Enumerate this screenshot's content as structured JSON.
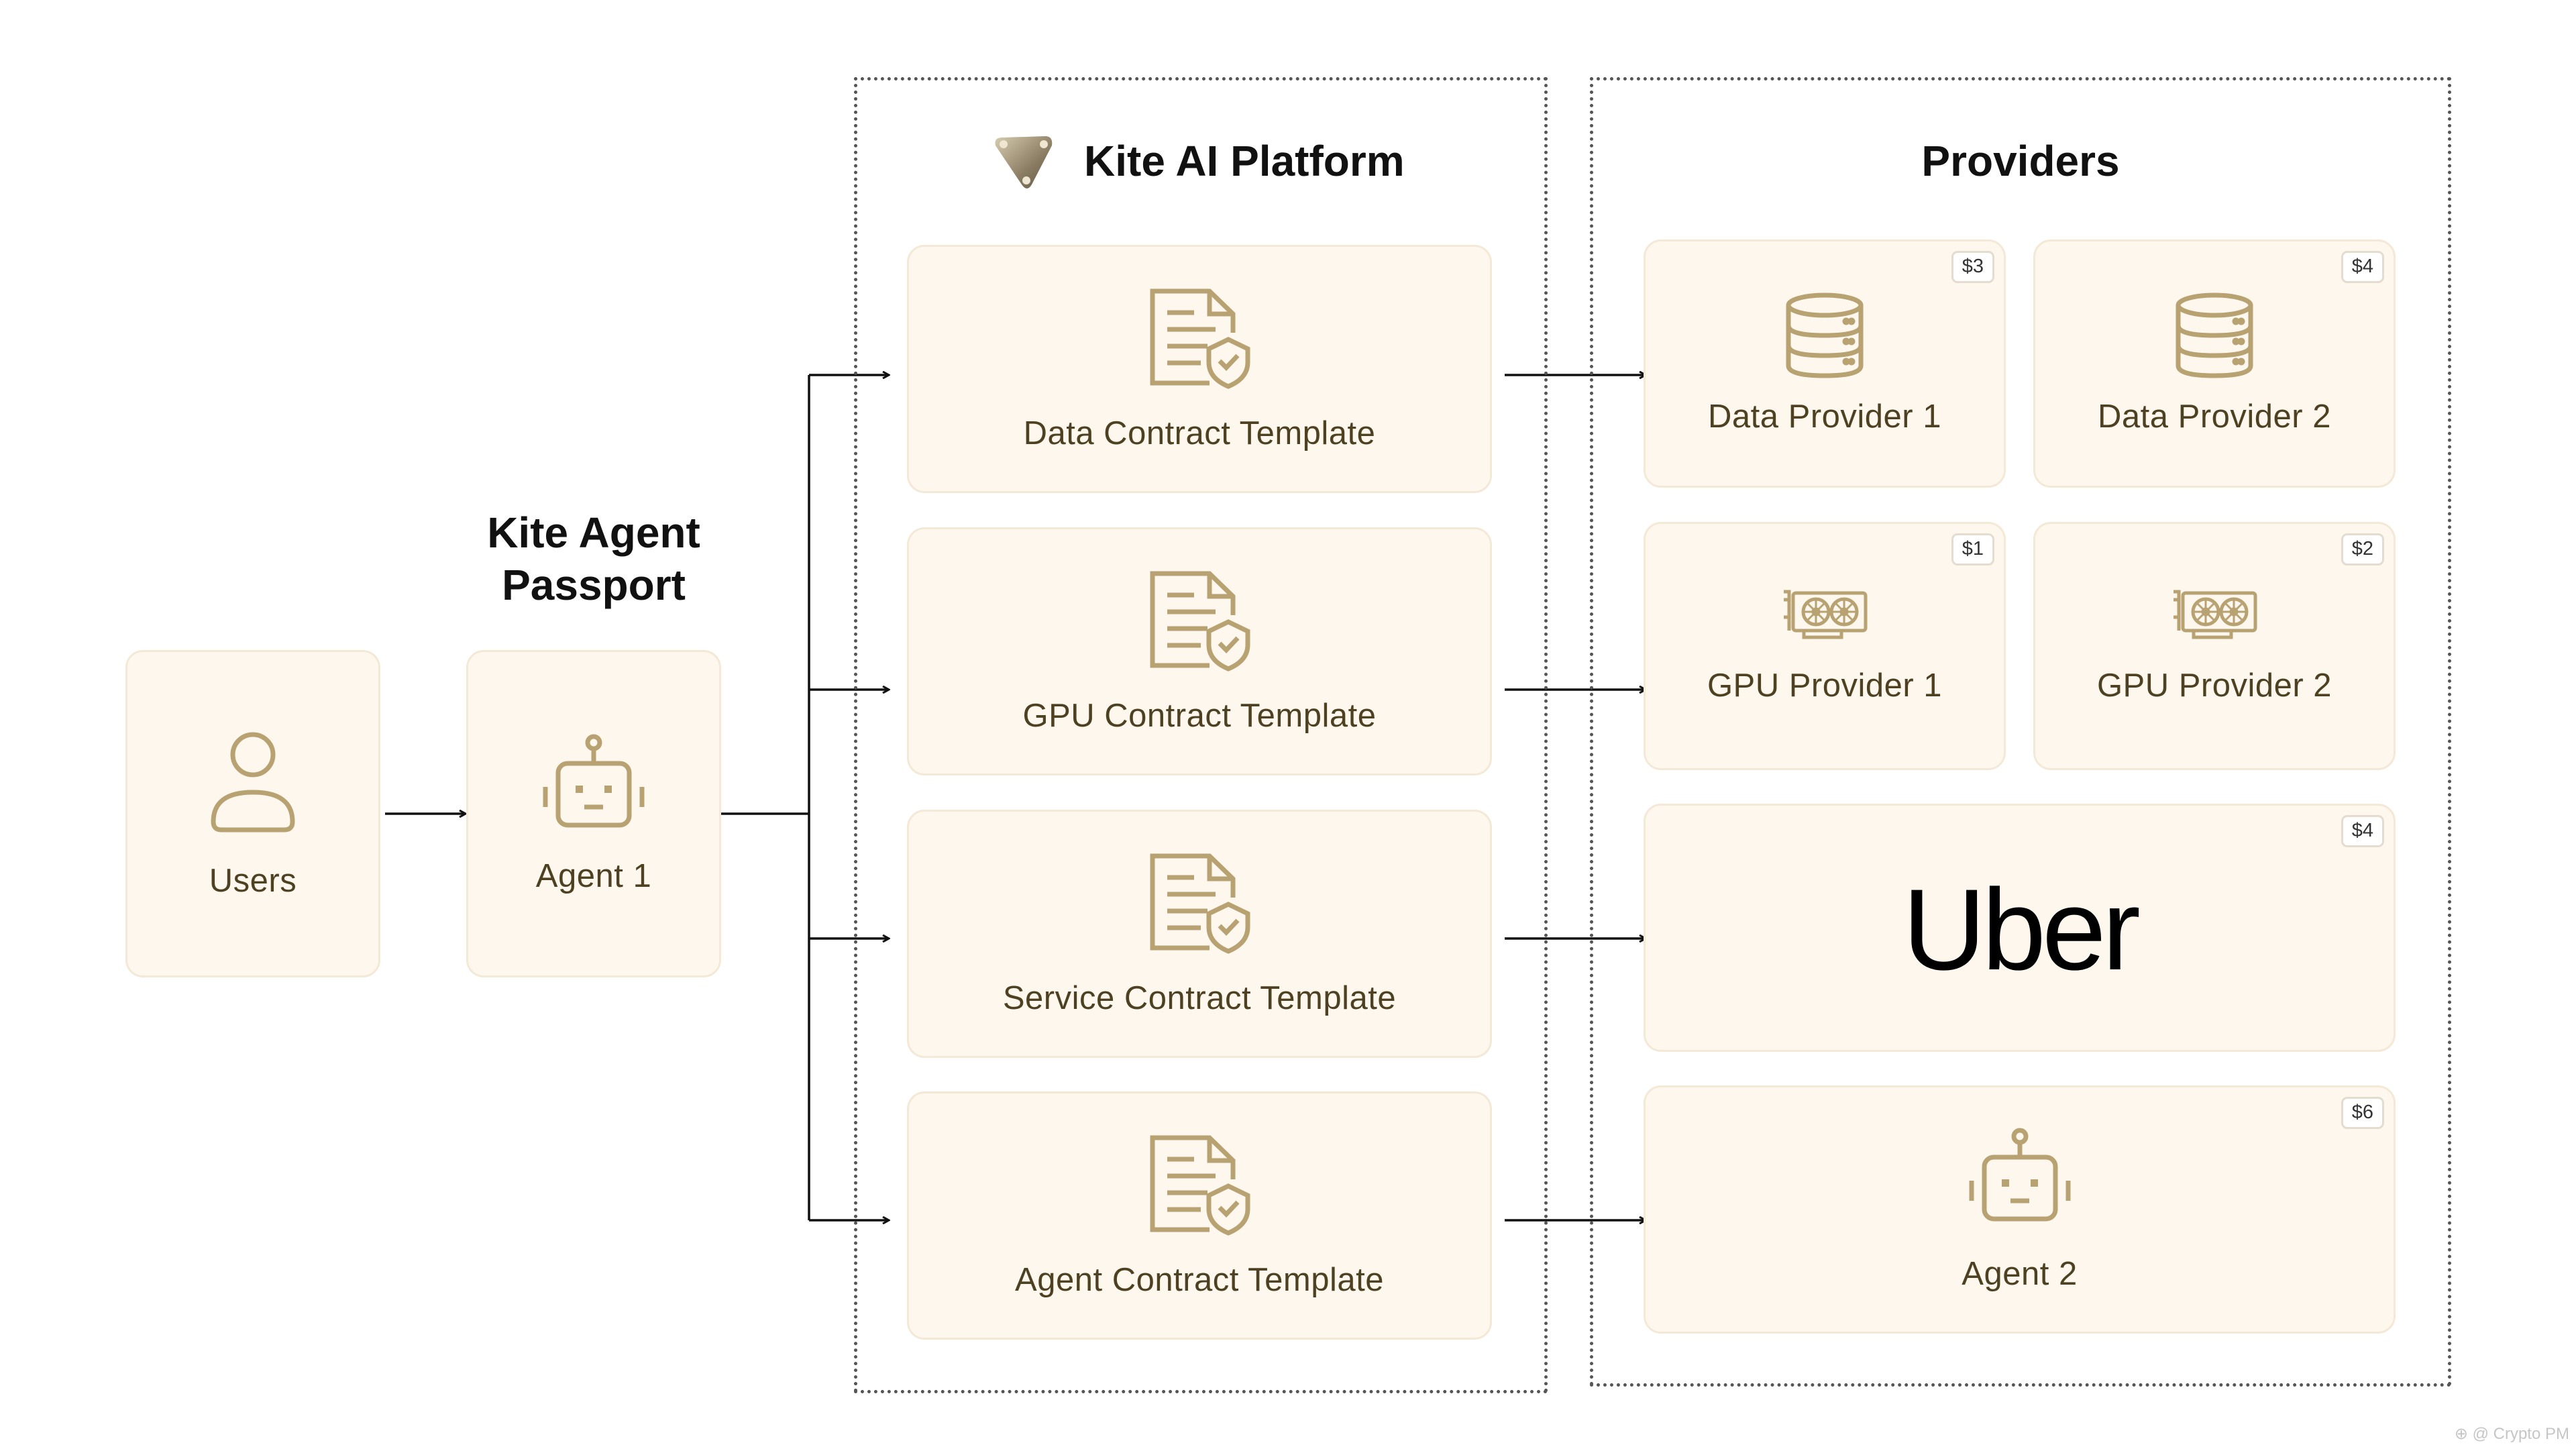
{
  "passport_heading": [
    "Kite Agent",
    "Passport"
  ],
  "users": {
    "label": "Users",
    "icon": "user-icon"
  },
  "agent1": {
    "label": "Agent 1",
    "icon": "robot-icon"
  },
  "platform": {
    "title": "Kite AI Platform",
    "logo": "kite-logo",
    "templates": [
      {
        "label": "Data Contract Template",
        "icon": "contract-shield-icon"
      },
      {
        "label": "GPU Contract Template",
        "icon": "contract-shield-icon"
      },
      {
        "label": "Service Contract Template",
        "icon": "contract-shield-icon"
      },
      {
        "label": "Agent Contract Template",
        "icon": "contract-shield-icon"
      }
    ]
  },
  "providers": {
    "title": "Providers",
    "data_provider_1": {
      "label": "Data Provider 1",
      "price": "$3",
      "icon": "database-icon"
    },
    "data_provider_2": {
      "label": "Data Provider 2",
      "price": "$4",
      "icon": "database-icon"
    },
    "gpu_provider_1": {
      "label": "GPU Provider 1",
      "price": "$1",
      "icon": "gpu-card-icon"
    },
    "gpu_provider_2": {
      "label": "GPU Provider 2",
      "price": "$2",
      "icon": "gpu-card-icon"
    },
    "uber": {
      "label": "Uber",
      "price": "$4"
    },
    "agent2": {
      "label": "Agent 2",
      "price": "$6",
      "icon": "robot-icon"
    }
  },
  "watermark": "⊕ @ Crypto PM",
  "colors": {
    "card_bg": "#fdf7ee",
    "card_border": "#f4e8d6",
    "icon": "#b8a272",
    "text": "#4d4122",
    "line": "#111111"
  }
}
